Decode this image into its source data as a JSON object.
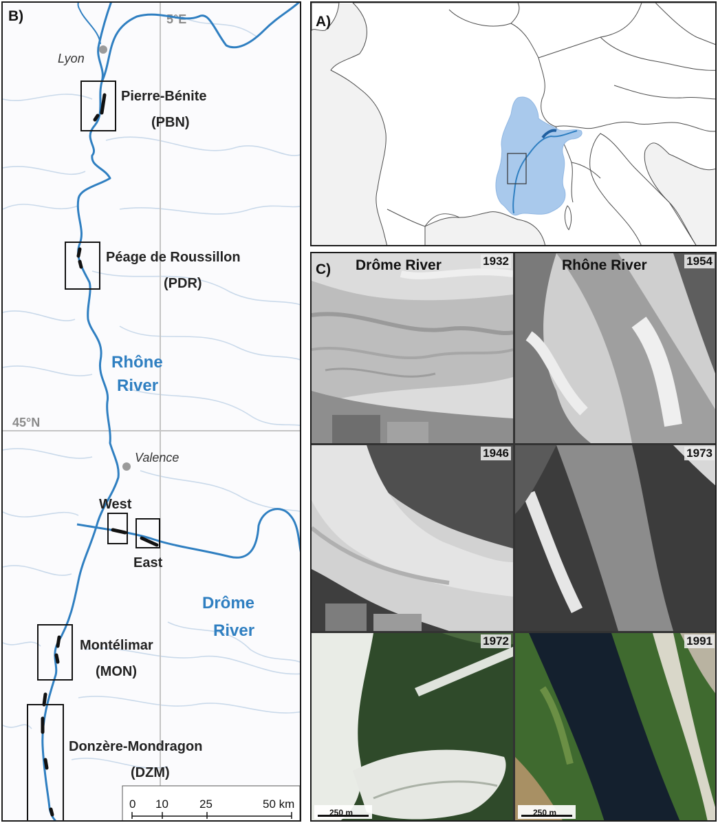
{
  "panel_b": {
    "letter": "B)",
    "meridian_label": "5°E",
    "parallel_label": "45°N",
    "cities": {
      "lyon": "Lyon",
      "valence": "Valence"
    },
    "rhone_label": [
      "Rhône",
      "River"
    ],
    "drome_label": [
      "Drôme",
      "River"
    ],
    "sites": {
      "pbn": [
        "Pierre-Bénite",
        "(PBN)"
      ],
      "pdr": [
        "Péage de Roussillon",
        "(PDR)"
      ],
      "west": "West",
      "east": "East",
      "mon": [
        "Montélimar",
        "(MON)"
      ],
      "dzm": [
        "Donzère-Mondragon",
        "(DZM)"
      ]
    },
    "scale_bar": {
      "ticks": [
        "0",
        "10",
        "25",
        "50 km"
      ]
    },
    "colors": {
      "river": "#2f7fc1",
      "tributaries": "#c9d9ea",
      "grid": "#c4c4c4",
      "city": "#9a9a9a"
    }
  },
  "panel_a": {
    "letter": "A)",
    "colors": {
      "basin": "#a9c9ec",
      "land": "#ffffff",
      "sea": "#f2f2f2",
      "border": "#4a4a4a"
    }
  },
  "panel_c": {
    "letter": "C)",
    "column_titles": [
      "Drôme River",
      "Rhône River"
    ],
    "photos": [
      {
        "year": "1932",
        "river": "Drôme",
        "style": "grayscale"
      },
      {
        "year": "1954",
        "river": "Rhône",
        "style": "grayscale"
      },
      {
        "year": "1946",
        "river": "Drôme",
        "style": "grayscale"
      },
      {
        "year": "1973",
        "river": "Rhône",
        "style": "grayscale"
      },
      {
        "year": "1972",
        "river": "Drôme",
        "style": "color"
      },
      {
        "year": "1991",
        "river": "Rhône",
        "style": "color"
      }
    ],
    "scale_label": "250 m"
  }
}
